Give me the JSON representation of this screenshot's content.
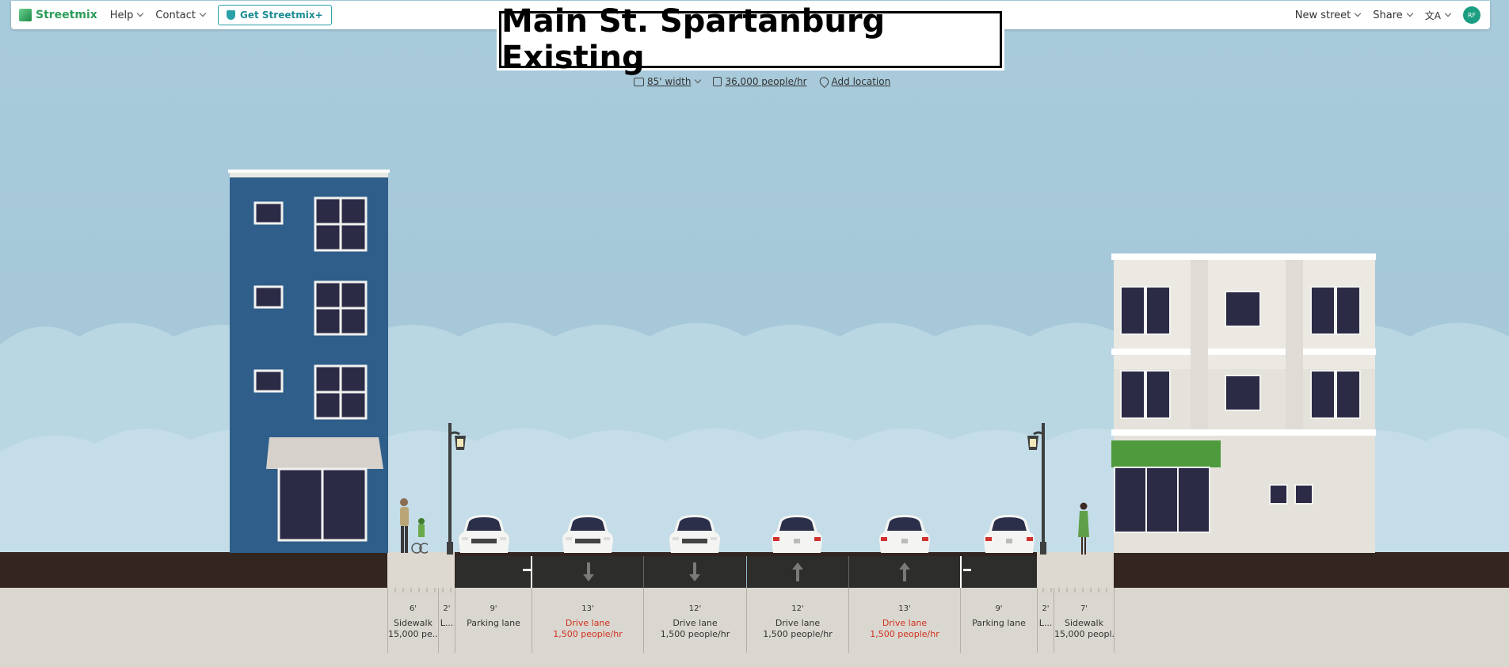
{
  "topbar": {
    "brand": "Streetmix",
    "menus": [
      "Help",
      "Contact"
    ],
    "plus_button": "Get Streetmix+",
    "right_menus": [
      "New street",
      "Share"
    ],
    "language_icon": "translate-icon",
    "avatar_initials": "RF"
  },
  "street": {
    "name": "Main St. Spartanburg Existing",
    "width": "85' width",
    "capacity": "36,000 people/hr",
    "location": "Add location"
  },
  "segments": [
    {
      "width": "6'",
      "name": "Sidewalk",
      "capacity": "15,000 pe...",
      "red": false
    },
    {
      "width": "2'",
      "name": "L...",
      "capacity": "",
      "red": false
    },
    {
      "width": "9'",
      "name": "Parking lane",
      "capacity": "",
      "red": false
    },
    {
      "width": "13'",
      "name": "Drive lane",
      "capacity": "1,500 people/hr",
      "red": true
    },
    {
      "width": "12'",
      "name": "Drive lane",
      "capacity": "1,500 people/hr",
      "red": false
    },
    {
      "width": "12'",
      "name": "Drive lane",
      "capacity": "1,500 people/hr",
      "red": false
    },
    {
      "width": "13'",
      "name": "Drive lane",
      "capacity": "1,500 people/hr",
      "red": true
    },
    {
      "width": "9'",
      "name": "Parking lane",
      "capacity": "",
      "red": false
    },
    {
      "width": "2'",
      "name": "L...",
      "capacity": "",
      "red": false
    },
    {
      "width": "7'",
      "name": "Sidewalk",
      "capacity": "15,000 peopl...",
      "red": false
    }
  ],
  "colors": {
    "brand": "#2c9d5a",
    "accent": "#2aa0a8",
    "warning": "#d0311e",
    "sky": "#a8cbdb",
    "asphalt": "#2d2e2c"
  }
}
